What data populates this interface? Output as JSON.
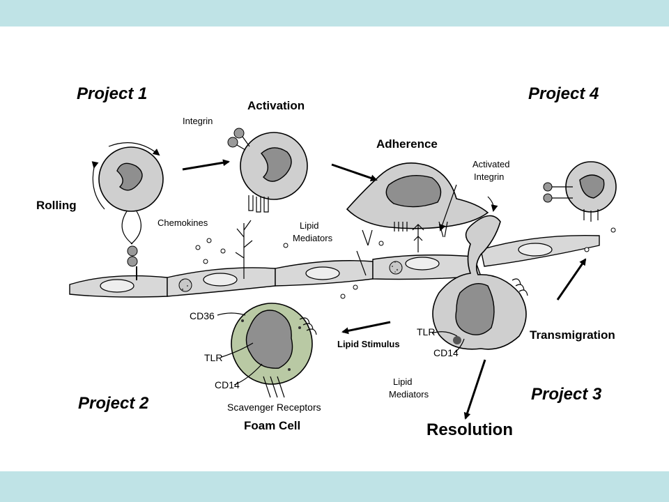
{
  "projects": {
    "p1": "Project 1",
    "p2": "Project 2",
    "p3": "Project 3",
    "p4": "Project 4"
  },
  "stages": {
    "rolling": "Rolling",
    "activation": "Activation",
    "adherence": "Adherence",
    "transmigration": "Transmigration",
    "resolution": "Resolution",
    "foam_cell": "Foam  Cell"
  },
  "labels": {
    "integrin": "Integrin",
    "chemokines": "Chemokines",
    "lipid_mediators_1_line1": "Lipid",
    "lipid_mediators_1_line2": "Mediators",
    "activated_integrin_line1": "Activated",
    "activated_integrin_line2": "Integrin",
    "cd36": "CD36",
    "tlr_left": "TLR",
    "cd14_left": "CD14",
    "scavenger_receptors": "Scavenger Receptors",
    "lipid_stimulus": "Lipid Stimulus",
    "tlr_right": "TLR",
    "cd14_right": "CD14",
    "lipid_mediators_2_line1": "Lipid",
    "lipid_mediators_2_line2": "Mediators"
  },
  "colors": {
    "band": "#bfe3e6",
    "foam_cell_fill": "#b9c9a4"
  }
}
